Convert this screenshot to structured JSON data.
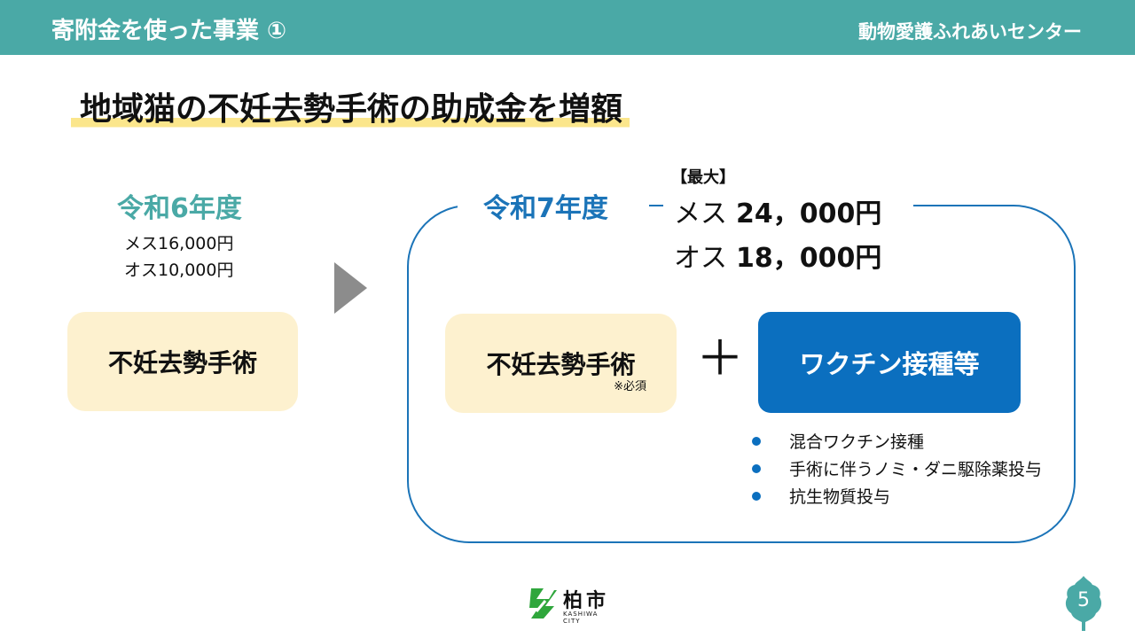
{
  "header": {
    "title": "寄附金を使った事業 ①",
    "center_name": "動物愛護ふれあいセンター"
  },
  "main_title": "地域猫の不妊去勢手術の助成金を増額",
  "r6": {
    "year": "令和6年度",
    "amounts": [
      "メス16,000円",
      "オス10,000円"
    ],
    "box_label": "不妊去勢手術"
  },
  "r7": {
    "year": "令和7年度",
    "max_label": "【最大】",
    "female_prefix": "メス",
    "female_amount": "24，000円",
    "male_prefix": "オス",
    "male_amount": "18，000円",
    "surgery_label": "不妊去勢手術",
    "surgery_note": "※必須",
    "plus": "＋",
    "vaccine_label": "ワクチン接種等",
    "vaccine_items": [
      "混合ワクチン接種",
      "手術に伴うノミ・ダニ駆除薬投与",
      "抗生物質投与"
    ]
  },
  "footer": {
    "city_name": "柏市",
    "city_sub": "KASHIWA CITY",
    "page_number": "5"
  },
  "colors": {
    "header_bg": "#4aa9a6",
    "r7_blue": "#1b74b8",
    "vaccine_bg": "#0b6fbf",
    "box_bg": "#fdf1cf",
    "highlight": "#fbe68c",
    "logo_green": "#2fa63c"
  }
}
